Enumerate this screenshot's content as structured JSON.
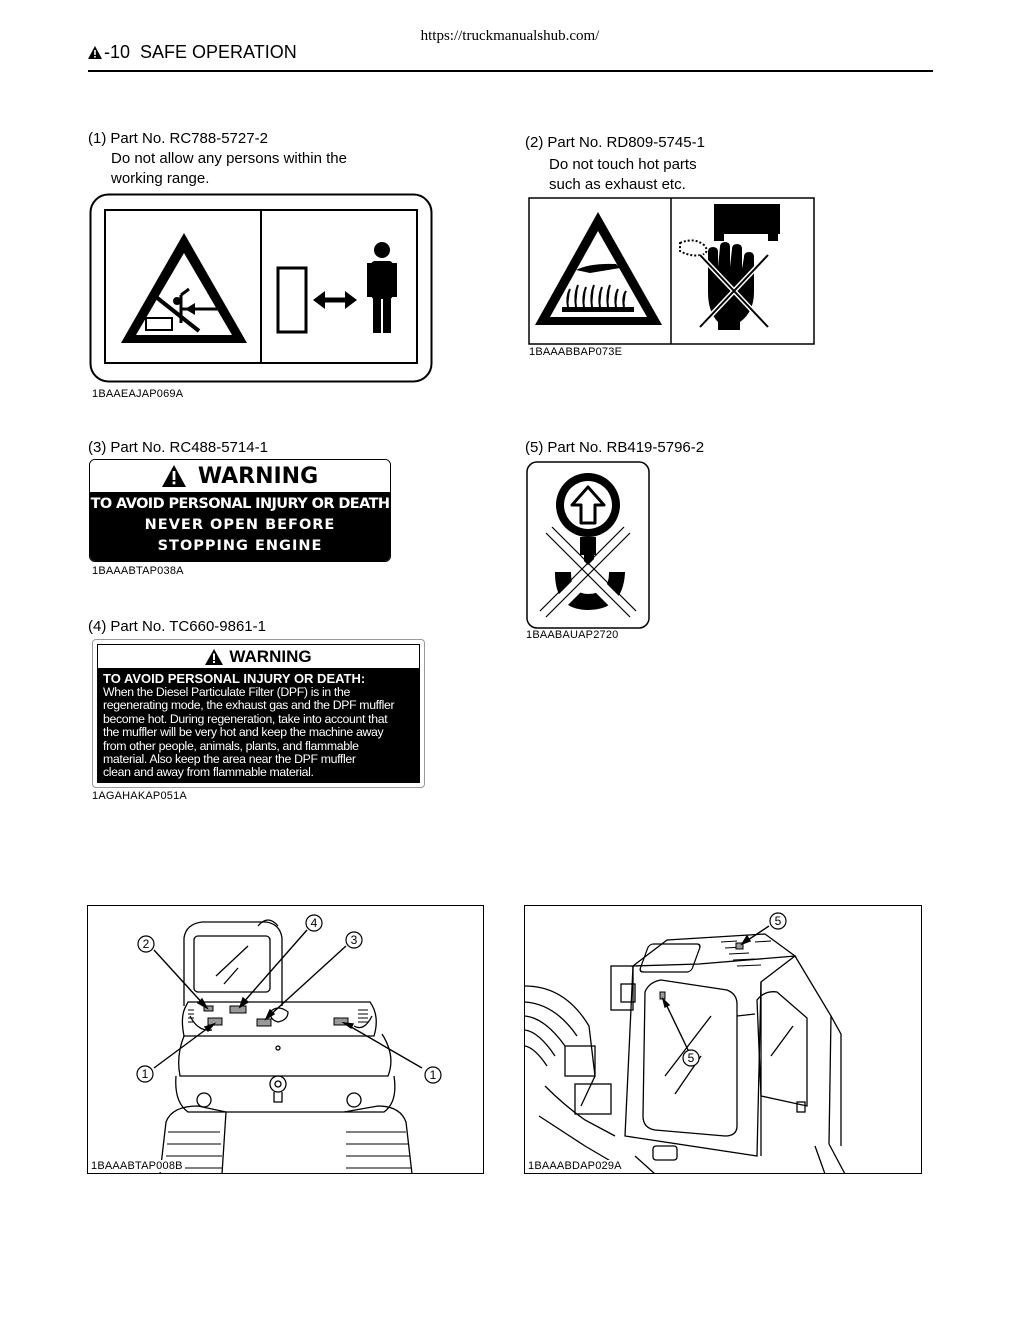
{
  "source_url": "https://truckmanualshub.com/",
  "header": {
    "page_number": "-10",
    "section_title": "SAFE OPERATION"
  },
  "labels": [
    {
      "num": "(1)",
      "part": "Part  No. RC788-5727-2",
      "desc_lines": [
        "Do not allow any persons within the",
        "working range."
      ],
      "code": "1BAAEAJAP069A"
    },
    {
      "num": "(2)",
      "part": "Part No. RD809-5745-1",
      "desc_lines": [
        "Do not touch hot parts",
        "such as exhaust etc."
      ],
      "code": "1BAAABBAP073E"
    },
    {
      "num": "(3)",
      "part": "Part No. RC488-5714-1",
      "warning_title": "WARNING",
      "text_lines": [
        "TO AVOID PERSONAL INJURY OR DEATH",
        "NEVER OPEN BEFORE",
        "STOPPING ENGINE"
      ],
      "code": "1BAAABTAP038A"
    },
    {
      "num": "(4)",
      "part": "Part No. TC660-9861-1",
      "warning_title": "WARNING",
      "heading": "TO AVOID PERSONAL INJURY OR DEATH:",
      "text_lines": [
        "When the Diesel Particulate Filter (DPF) is in the",
        "regenerating mode, the exhaust gas and the DPF muffler",
        "become hot. During regeneration, take into account that",
        "the muffler will be very hot and keep the machine away",
        "from other people, animals, plants, and flammable",
        "material. Also keep the area near the DPF muffler",
        "clean and away from flammable material."
      ],
      "code": "1AGAHAKAP051A"
    },
    {
      "num": "(5)",
      "part": "Part No. RB419-5796-2",
      "code": "1BAABAUAP2720"
    }
  ],
  "figures": [
    {
      "code": "1BAAABTAP008B",
      "callouts": [
        "2",
        "4",
        "3",
        "1",
        "1"
      ]
    },
    {
      "code": "1BAAABDAP029A",
      "callouts": [
        "5",
        "5"
      ]
    }
  ]
}
